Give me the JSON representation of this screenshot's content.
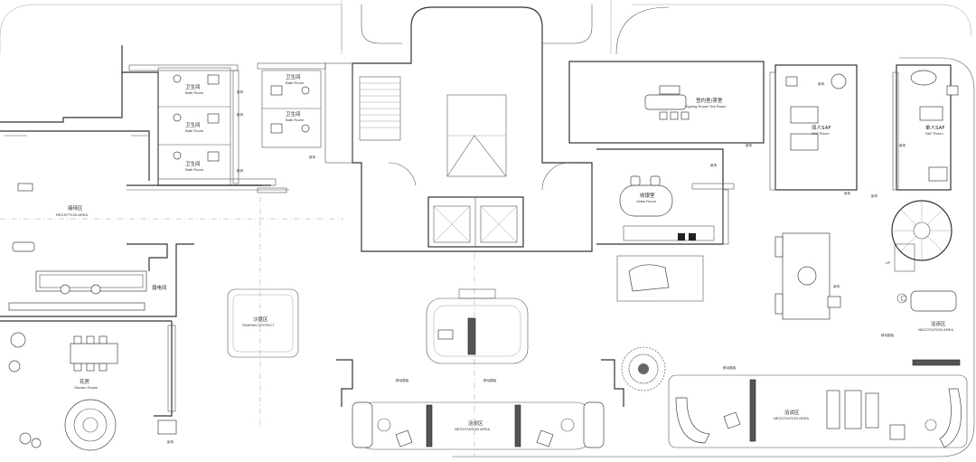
{
  "colors": {
    "line": "#333333",
    "hatch": "#9a9a9a",
    "background": "#ffffff"
  },
  "rooms": {
    "bath1": {
      "cn": "卫生间",
      "en": "Bath Room"
    },
    "bath2": {
      "cn": "卫生间",
      "en": "Bath Room"
    },
    "bath3": {
      "cn": "卫生间",
      "en": "Bath Room"
    },
    "bath4": {
      "cn": "卫生间",
      "en": "Bath Room"
    },
    "bath5": {
      "cn": "卫生间",
      "en": "Bath Room"
    },
    "reception": {
      "cn": "接待区",
      "en": "RECEPTION AREA"
    },
    "signing": {
      "cn": "签约室/茶室",
      "en": "Signing Room/ Tea Room"
    },
    "video": {
      "cn": "收银室",
      "en": "Video Room"
    },
    "saf2": {
      "cn": "双人SAF",
      "en": "SAF Room"
    },
    "saf1": {
      "cn": "单人SAF",
      "en": "SAF Room"
    },
    "electric": {
      "cn": "弱电间"
    },
    "sandtable": {
      "cn": "沙盘区",
      "en": "SHAPAN DISTRICT"
    },
    "garden": {
      "cn": "花房",
      "en": "Garden House"
    },
    "nego_center": {
      "cn": "洽谈区",
      "en": "NEGOTIATION AREA"
    },
    "nego_right": {
      "cn": "洽谈区",
      "en": "NEGOTIATION AREA"
    },
    "nego_far": {
      "cn": "洽谈区",
      "en": "NEGOTIATION AREA"
    }
  },
  "tags": {
    "t1": "新风",
    "t2": "新风",
    "t3": "新风",
    "t4": "新风",
    "t5": "新风",
    "t6": "新风",
    "t7": "新风",
    "t8": "新风",
    "t9": "新风",
    "t10": "新风",
    "t11": "新风",
    "t12": "新风",
    "up": "UP",
    "bench1": "移动展板",
    "bench2": "移动展板",
    "bench3": "移动展板",
    "bench4": "移动展板"
  },
  "icons": {
    "compass": "compass-icon",
    "plant": "plant-icon",
    "stair": "spiral-stair-icon"
  }
}
